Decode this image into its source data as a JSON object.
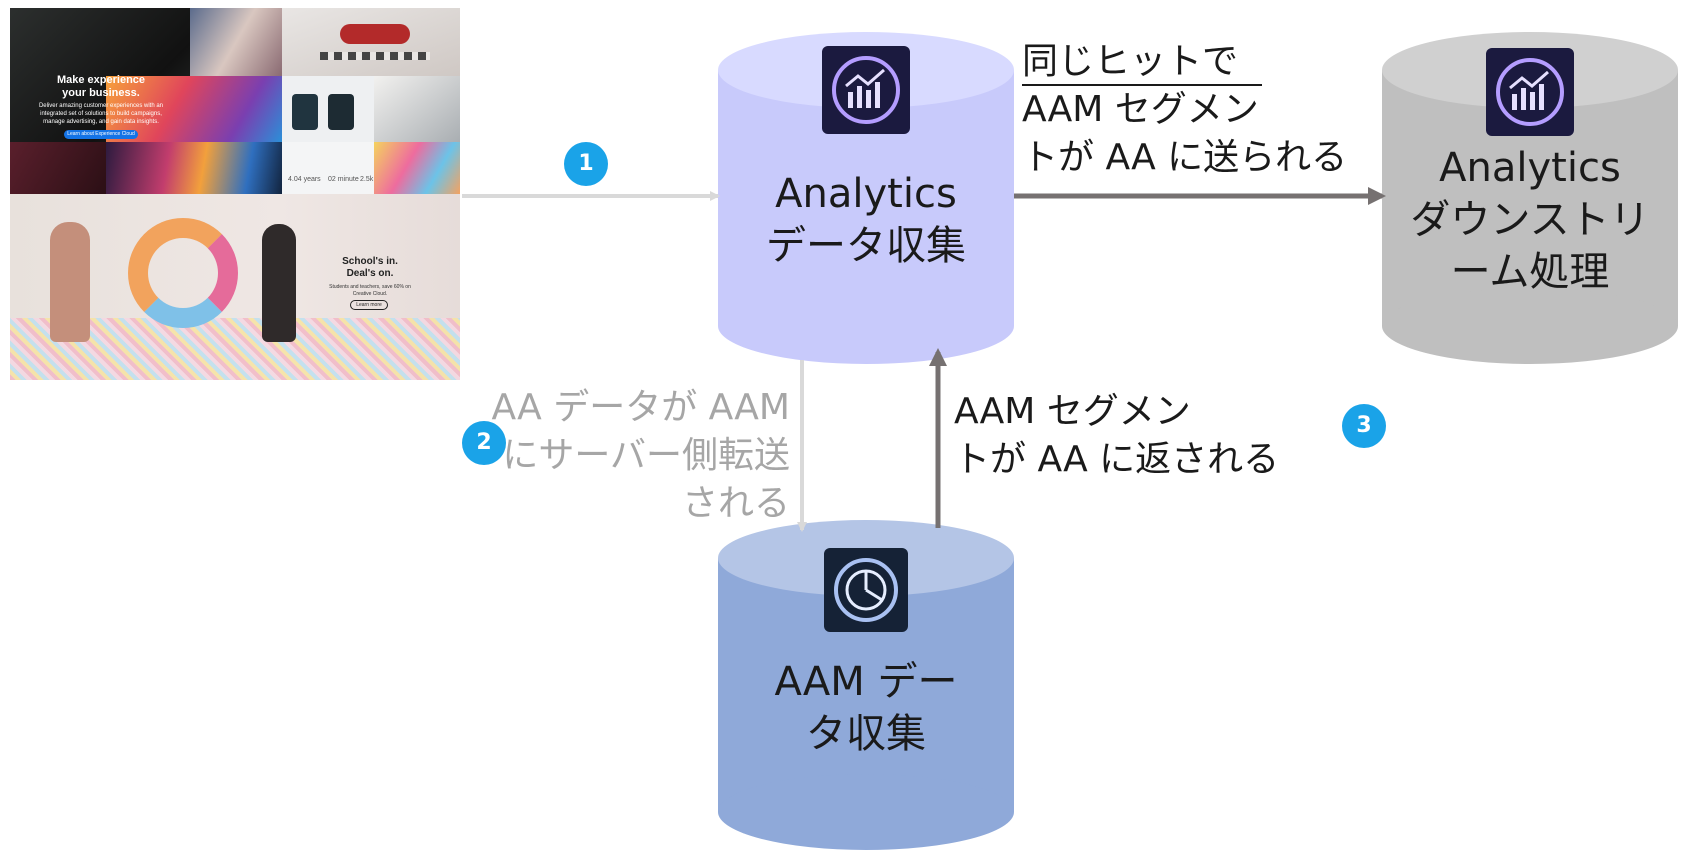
{
  "colors": {
    "analytics_db": "#c8cafb",
    "analytics_db_top": "#d8daff",
    "downstream_db": "#bfbfbf",
    "downstream_db_top": "#d0d0d0",
    "aam_db": "#8fa9d9",
    "aam_db_top": "#b4c5e6",
    "arrow_dark": "#767171",
    "arrow_light": "#d9d9d9",
    "step_badge": "#1aa3e8"
  },
  "website": {
    "hero_title": "Make experience your business.",
    "hero_body": "Deliver amazing customer experiences with an integrated set of solutions to build campaigns, manage advertising, and gain data insights.",
    "hero_button": "Learn about Experience Cloud",
    "promo_title": "School's in. Deal's on.",
    "promo_body": "Students and teachers, save 60% on Creative Cloud.",
    "promo_button": "Learn more",
    "stat_1": "4.04 years",
    "stat_2": "02 minute",
    "stat_3": "2.5k"
  },
  "databases": {
    "analytics": {
      "line1": "Analytics",
      "line2": "データ収集",
      "icon": "analytics-chart-icon"
    },
    "downstream": {
      "line1": "Analytics",
      "line2": "ダウンストリ",
      "line3": "ーム処理",
      "icon": "analytics-chart-icon"
    },
    "aam": {
      "line1": "AAM デー",
      "line2": "タ収集",
      "icon": "audience-manager-pie-icon"
    }
  },
  "steps": {
    "step1": "1",
    "step2": "2",
    "step3": "3"
  },
  "notes": {
    "send": {
      "line1": "同じヒットで",
      "line2": "AAM セグメン",
      "line3": "トが AA に送られる"
    },
    "forward": {
      "line1": "AA データが AAM",
      "line2": "にサーバー側転送",
      "line3": "される"
    },
    "return": {
      "line1": "AAM セグメン",
      "line2": "トが AA に返される"
    }
  }
}
